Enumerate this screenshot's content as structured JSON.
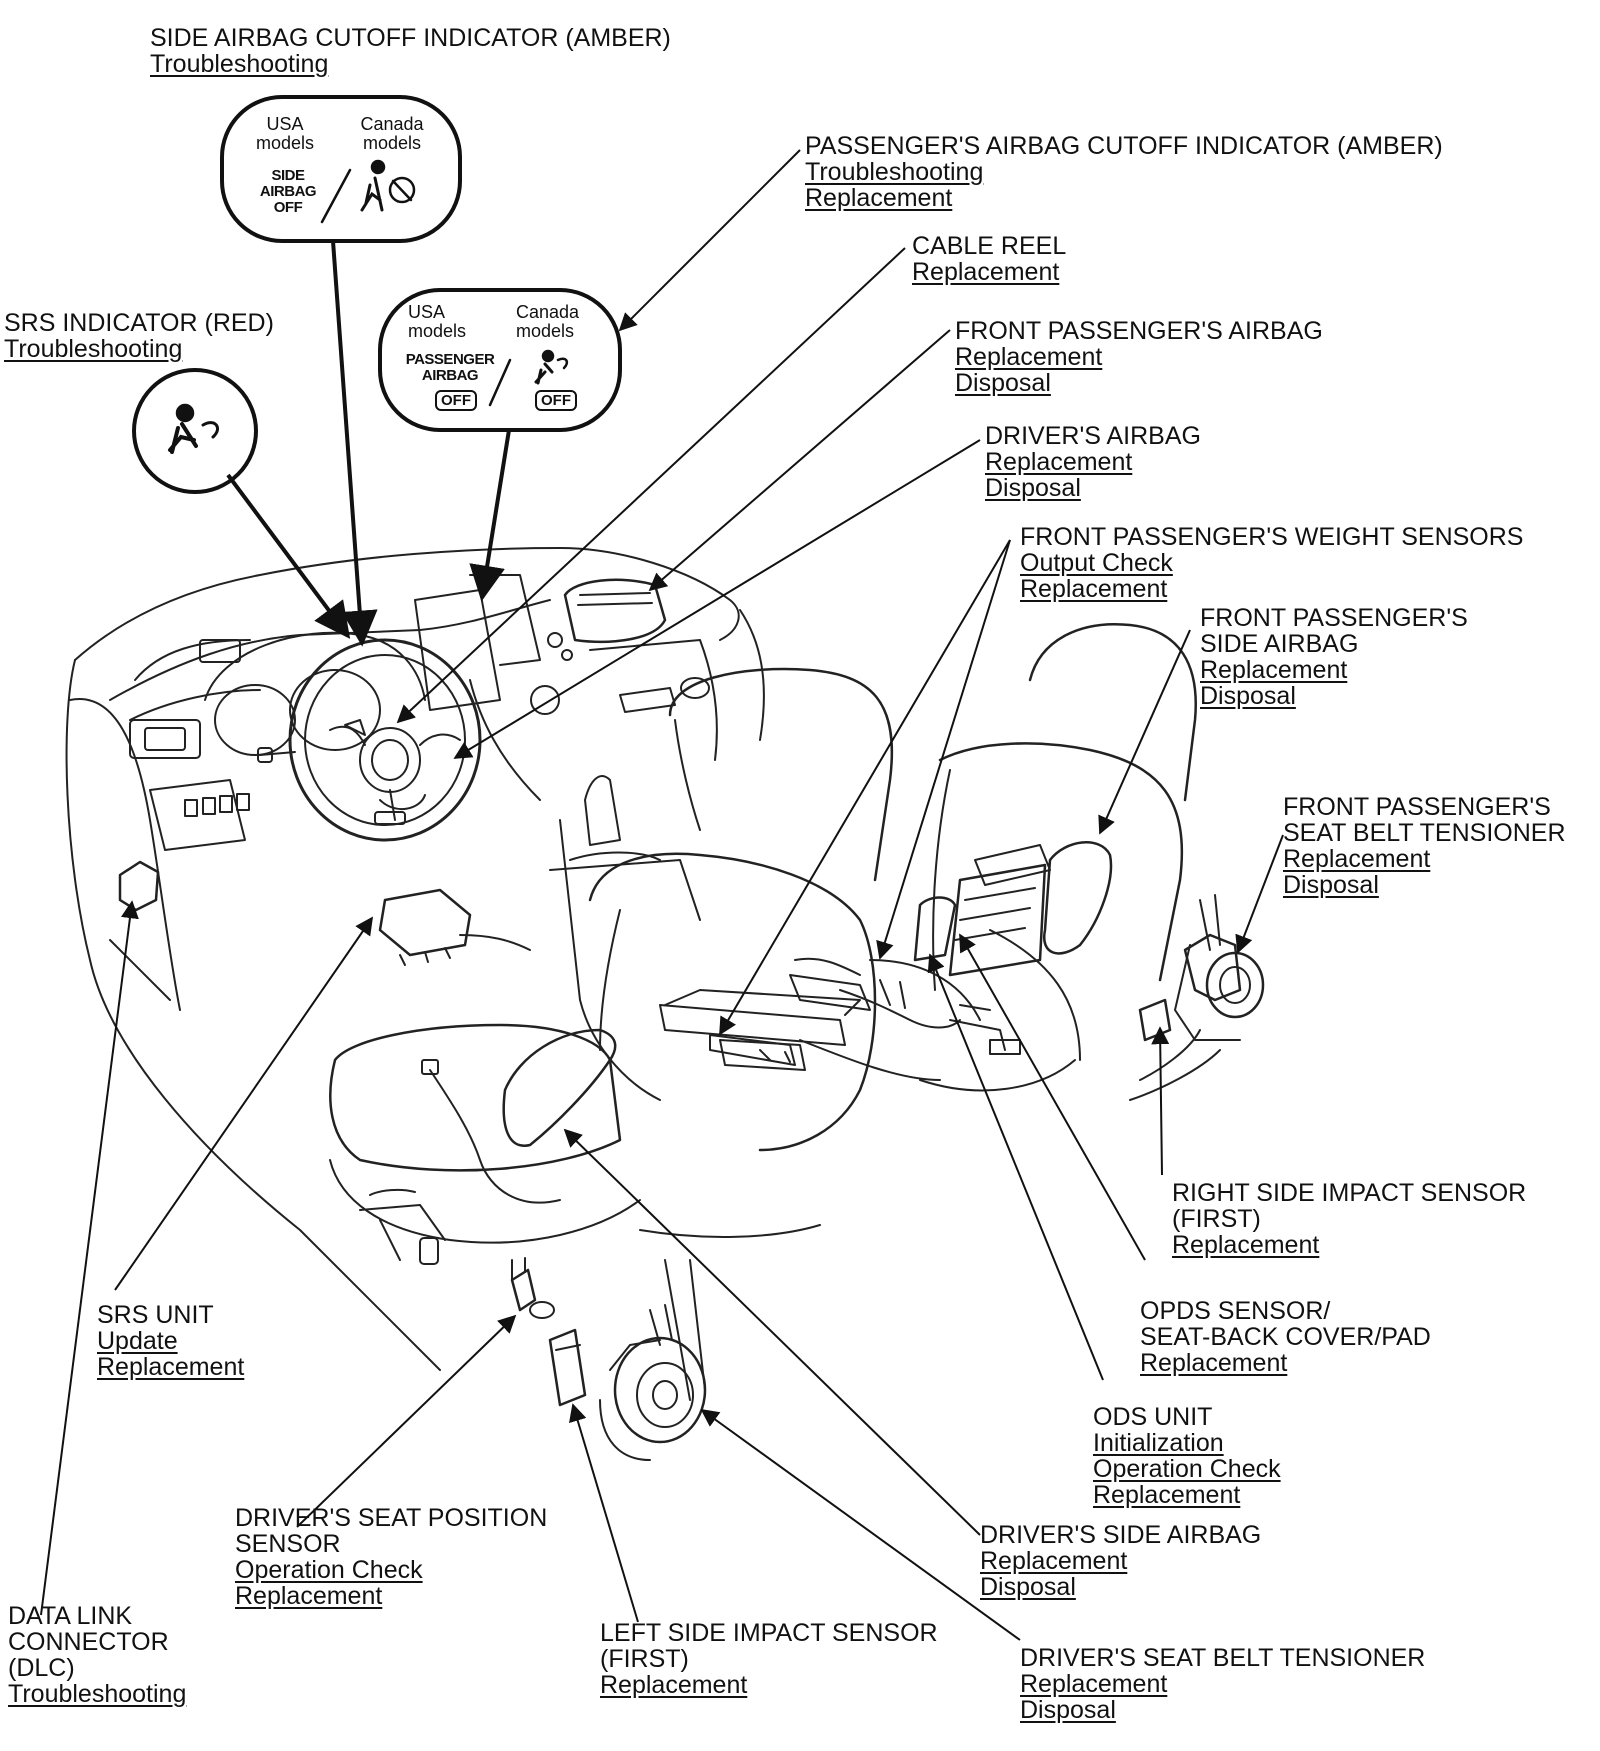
{
  "labels": [
    {
      "id": "side-airbag-cutoff-indicator",
      "title": [
        "SIDE AIRBAG CUTOFF INDICATOR (AMBER)"
      ],
      "links": [
        "Troubleshooting"
      ]
    },
    {
      "id": "passenger-airbag-cutoff-indicator",
      "title": [
        "PASSENGER'S AIRBAG CUTOFF INDICATOR (AMBER)"
      ],
      "links": [
        "Troubleshooting",
        "Replacement"
      ]
    },
    {
      "id": "cable-reel",
      "title": [
        "CABLE REEL"
      ],
      "links": [
        "Replacement"
      ]
    },
    {
      "id": "front-passenger-airbag",
      "title": [
        "FRONT PASSENGER'S AIRBAG"
      ],
      "links": [
        "Replacement",
        "Disposal"
      ]
    },
    {
      "id": "srs-indicator",
      "title": [
        "SRS INDICATOR (RED)"
      ],
      "links": [
        "Troubleshooting"
      ]
    },
    {
      "id": "drivers-airbag",
      "title": [
        "DRIVER'S AIRBAG"
      ],
      "links": [
        "Replacement",
        "Disposal"
      ]
    },
    {
      "id": "front-passenger-weight-sensors",
      "title": [
        "FRONT PASSENGER'S WEIGHT SENSORS"
      ],
      "links": [
        "Output Check",
        "Replacement"
      ]
    },
    {
      "id": "front-passenger-side-airbag",
      "title": [
        "FRONT PASSENGER'S",
        "SIDE AIRBAG"
      ],
      "links": [
        "Replacement",
        "Disposal"
      ]
    },
    {
      "id": "front-passenger-seat-belt-tensioner",
      "title": [
        "FRONT PASSENGER'S",
        "SEAT BELT TENSIONER"
      ],
      "links": [
        "Replacement",
        "Disposal"
      ]
    },
    {
      "id": "right-side-impact-sensor",
      "title": [
        "RIGHT SIDE IMPACT SENSOR",
        "(FIRST)"
      ],
      "links": [
        "Replacement"
      ]
    },
    {
      "id": "opds-sensor",
      "title": [
        "OPDS SENSOR/",
        "SEAT-BACK COVER/PAD"
      ],
      "links": [
        "Replacement"
      ]
    },
    {
      "id": "ods-unit",
      "title": [
        "ODS UNIT"
      ],
      "links": [
        "Initialization",
        "Operation Check",
        "Replacement"
      ]
    },
    {
      "id": "srs-unit",
      "title": [
        "SRS UNIT"
      ],
      "links": [
        "Update",
        "Replacement"
      ]
    },
    {
      "id": "drivers-seat-position-sensor",
      "title": [
        "DRIVER'S SEAT POSITION",
        "SENSOR"
      ],
      "links": [
        "Operation Check",
        "Replacement"
      ]
    },
    {
      "id": "drivers-side-airbag",
      "title": [
        "DRIVER'S SIDE AIRBAG"
      ],
      "links": [
        "Replacement",
        "Disposal"
      ]
    },
    {
      "id": "data-link-connector",
      "title": [
        "DATA LINK",
        "CONNECTOR",
        "(DLC)"
      ],
      "links": [
        "Troubleshooting"
      ]
    },
    {
      "id": "left-side-impact-sensor",
      "title": [
        "LEFT SIDE IMPACT SENSOR",
        "(FIRST)"
      ],
      "links": [
        "Replacement"
      ]
    },
    {
      "id": "drivers-seat-belt-tensioner",
      "title": [
        "DRIVER'S SEAT BELT TENSIONER"
      ],
      "links": [
        "Replacement",
        "Disposal"
      ]
    }
  ],
  "indicators": {
    "side_airbag": {
      "usa_heading": [
        "USA",
        "models"
      ],
      "canada_heading": [
        "Canada",
        "models"
      ],
      "usa_text": [
        "SIDE",
        "AIRBAG",
        "OFF"
      ]
    },
    "passenger_airbag": {
      "usa_heading": [
        "USA",
        "models"
      ],
      "canada_heading": [
        "Canada",
        "models"
      ],
      "usa_text": [
        "PASSENGER",
        "AIRBAG"
      ],
      "off_label": "OFF"
    }
  }
}
